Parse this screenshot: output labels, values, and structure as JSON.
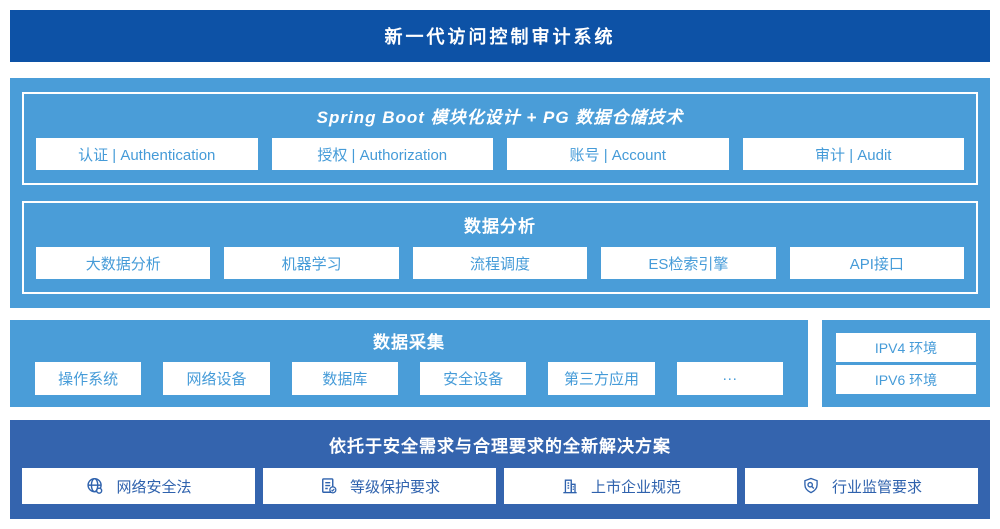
{
  "header": {
    "title": "新一代访问控制审计系统"
  },
  "colors": {
    "header_bg": "#0d52a6",
    "light_blue_panel": "#4a9dd8",
    "solution_bg": "#3464ae",
    "box_text_light": "#459bd8",
    "box_text_dark": "#2f62ad",
    "white": "#ffffff"
  },
  "platform": {
    "springboot": {
      "title": "Spring Boot 模块化设计 + PG 数据仓储技术",
      "items": [
        "认证 | Authentication",
        "授权 | Authorization",
        "账号 | Account",
        "审计 | Audit"
      ]
    },
    "analysis": {
      "title": "数据分析",
      "items": [
        "大数据分析",
        "机器学习",
        "流程调度",
        "ES检索引擎",
        "API接口"
      ]
    }
  },
  "collection": {
    "title": "数据采集",
    "items": [
      "操作系统",
      "网络设备",
      "数据库",
      "安全设备",
      "第三方应用",
      "···"
    ]
  },
  "environments": {
    "items": [
      "IPV4 环境",
      "IPV6 环境"
    ]
  },
  "solution": {
    "title": "依托于安全需求与合理要求的全新解决方案",
    "items": [
      {
        "icon": "globe-icon",
        "label": "网络安全法"
      },
      {
        "icon": "document-check-icon",
        "label": "等级保护要求"
      },
      {
        "icon": "building-icon",
        "label": "上市企业规范"
      },
      {
        "icon": "shield-search-icon",
        "label": "行业监管要求"
      }
    ]
  }
}
